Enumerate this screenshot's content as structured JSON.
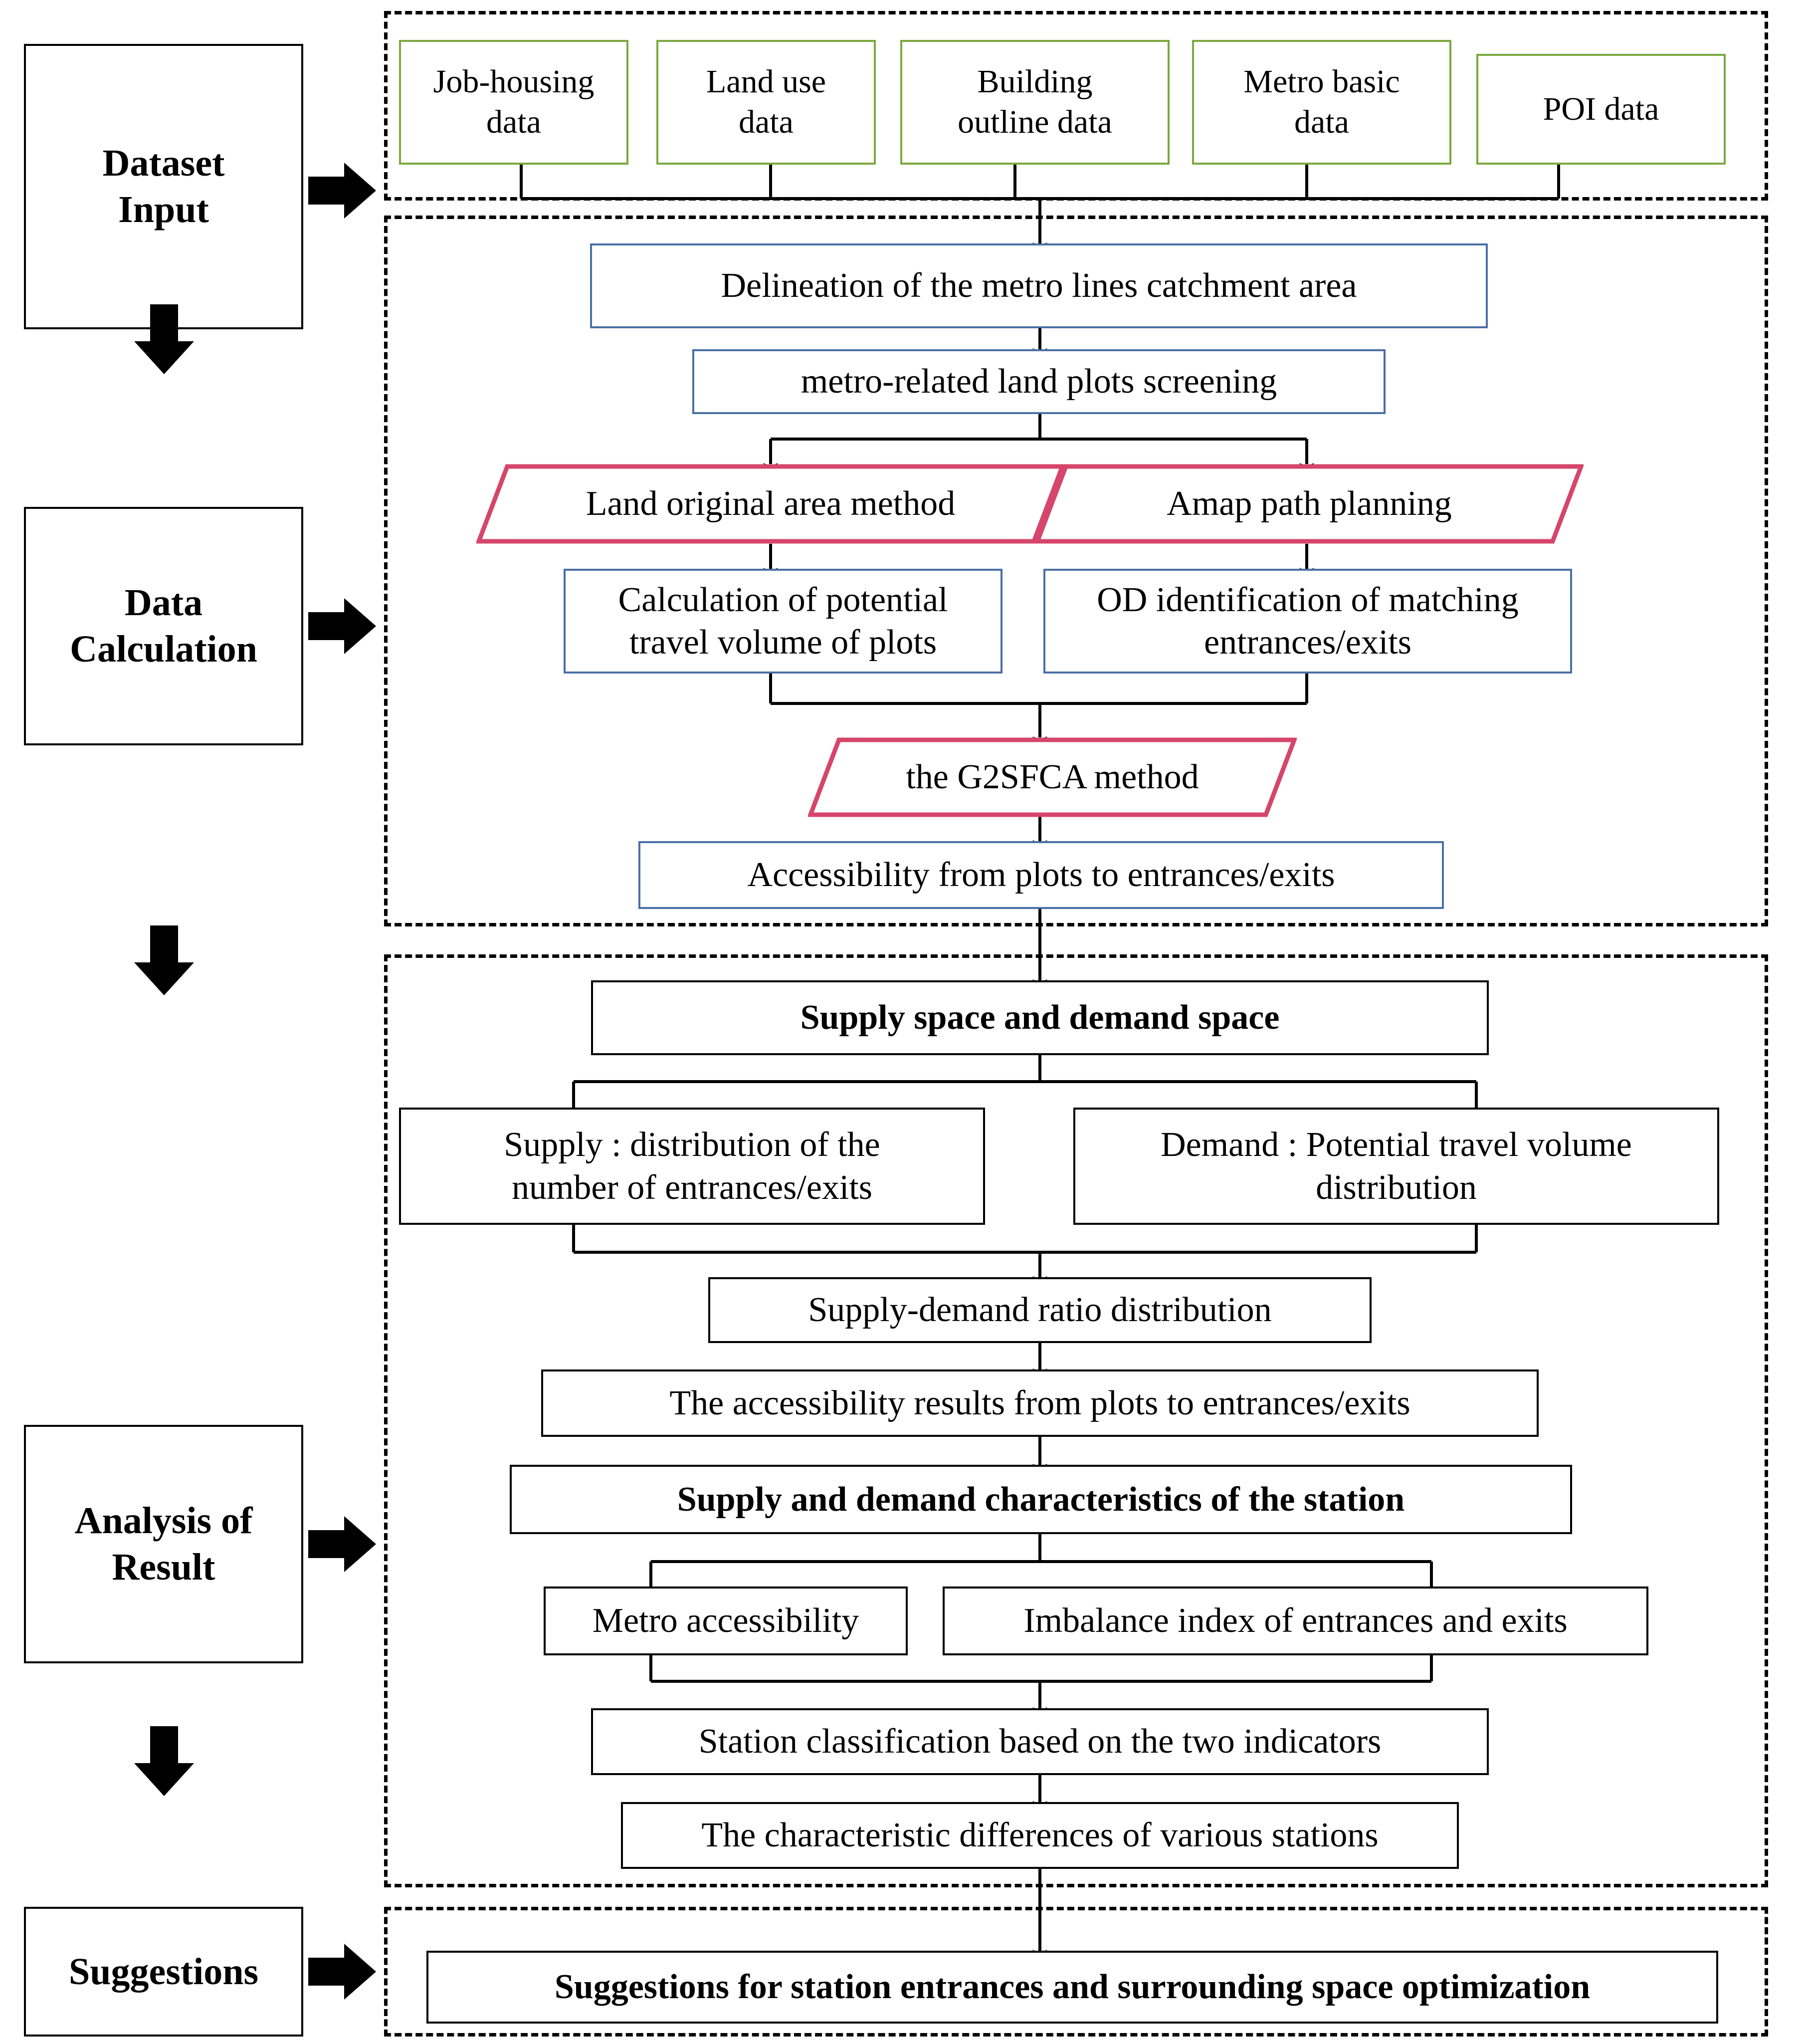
{
  "figure": {
    "type": "flowchart",
    "title": "Research framework flowchart for metro station entrance supply-demand analysis"
  },
  "stages": [
    {
      "id": "dataset-input",
      "label": "Dataset\nInput"
    },
    {
      "id": "data-calculation",
      "label": "Data\nCalculation"
    },
    {
      "id": "analysis-result",
      "label": "Analysis of\nResult"
    },
    {
      "id": "suggestions",
      "label": "Suggestions"
    }
  ],
  "stage_labels": {
    "dataset_input_line1": "Dataset",
    "dataset_input_line2": "Input",
    "data_calculation_line1": "Data",
    "data_calculation_line2": "Calculation",
    "analysis_result_line1": "Analysis of",
    "analysis_result_line2": "Result",
    "suggestions": "Suggestions"
  },
  "dataset_input": {
    "items": [
      {
        "id": "job-housing-data",
        "line1": "Job-housing",
        "line2": "data"
      },
      {
        "id": "land-use-data",
        "line1": "Land use",
        "line2": "data"
      },
      {
        "id": "building-outline-data",
        "line1": "Building",
        "line2": "outline data"
      },
      {
        "id": "metro-basic-data",
        "line1": "Metro basic",
        "line2": "data"
      },
      {
        "id": "poi-data",
        "line1": "POI data",
        "line2": ""
      }
    ]
  },
  "data_calculation": {
    "catchment": "Delineation of the metro lines catchment area",
    "screening": "metro-related land plots screening",
    "land_original_area_method": "Land original area method",
    "amap_path_planning": "Amap path planning",
    "potential_travel_volume_line1": "Calculation of potential",
    "potential_travel_volume_line2": "travel volume of plots",
    "od_identification_line1": "OD identification of matching",
    "od_identification_line2": "entrances/exits",
    "g2sfca_method": "the G2SFCA method",
    "accessibility": "Accessibility from plots to entrances/exits"
  },
  "analysis_of_result": {
    "supply_demand_space": "Supply space and demand space",
    "supply_line1": "Supply : distribution of the",
    "supply_line2": "number of entrances/exits",
    "demand_line1": "Demand : Potential travel volume",
    "demand_line2": "distribution",
    "supply_demand_ratio": "Supply-demand ratio distribution",
    "accessibility_results": "The accessibility results from plots to entrances/exits",
    "station_characteristics": "Supply and demand characteristics of the station",
    "metro_accessibility": "Metro accessibility",
    "imbalance_index": "Imbalance index of entrances and exits",
    "station_classification": "Station classification based on the two indicators",
    "characteristic_differences": "The characteristic differences of various stations"
  },
  "suggestions_section": {
    "final": "Suggestions for station entrances and surrounding space optimization"
  },
  "colors": {
    "dataset_box_border": "#7ba83f",
    "process_box_border": "#4a6fa5",
    "method_box_border": "#d6456b",
    "plain_box_border": "#000000",
    "group_border": "#000000",
    "background": "#ffffff"
  },
  "icons": {
    "right_arrow": "right-arrow-icon",
    "down_arrow": "down-arrow-icon",
    "flow_arrow": "flow-arrow-icon"
  }
}
